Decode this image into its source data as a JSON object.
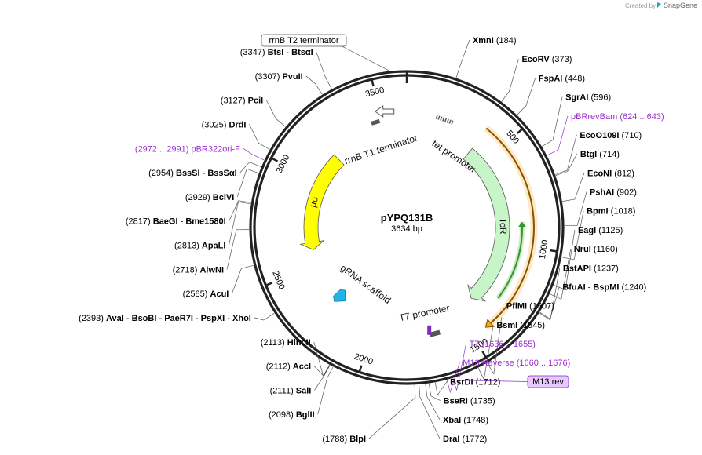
{
  "header": {
    "credit": "Created by",
    "brand": "SnapGene"
  },
  "plasmid": {
    "name": "pYPQ131B",
    "size_label": "3634 bp",
    "length": 3634
  },
  "ticks": [
    {
      "bp": 500,
      "label": "500"
    },
    {
      "bp": 1000,
      "label": "1000"
    },
    {
      "bp": 1500,
      "label": "1500"
    },
    {
      "bp": 2000,
      "label": "2000"
    },
    {
      "bp": 2500,
      "label": "2500"
    },
    {
      "bp": 3000,
      "label": "3000"
    },
    {
      "bp": 3500,
      "label": "3500"
    }
  ],
  "features": [
    {
      "name": "tet promoter",
      "color": "#ffffff",
      "kind": "promoter-cw",
      "start": 150,
      "end": 240
    },
    {
      "name": "TcR",
      "color": "#c8f5c8",
      "kind": "cds-cw",
      "start": 400,
      "end": 1390
    },
    {
      "name": "T7 promoter",
      "color": "#ffffff",
      "kind": "promoter-ccw",
      "start": 1640,
      "end": 1665
    },
    {
      "name": "gRNA scaffold",
      "color": "#1fb5e8",
      "kind": "small-ccw",
      "start": 2220,
      "end": 2290
    },
    {
      "name": "ori",
      "color": "#ffff00",
      "kind": "cds-ccw",
      "start": 2590,
      "end": 3180
    },
    {
      "name": "rrnB T1 terminator",
      "color": "#ffffff",
      "kind": "terminator",
      "start": 3445,
      "end": 3490
    },
    {
      "name": "rrnB T2 terminator",
      "color": "#ffffff",
      "kind": "terminator-ext",
      "start": 3540,
      "end": 3600
    }
  ],
  "orf_outer": {
    "start": 390,
    "end": 1430,
    "color": "#f5a623"
  },
  "orf_inner": {
    "start": 880,
    "end": 1290,
    "color": "#2e9a2e"
  },
  "labels": [
    {
      "id": "xmni",
      "names": [
        {
          "n": "XmnI"
        }
      ],
      "pos": "(184)",
      "bp": 184,
      "side": "R"
    },
    {
      "id": "ecorv",
      "names": [
        {
          "n": "EcoRV"
        }
      ],
      "pos": "(373)",
      "bp": 373,
      "side": "R"
    },
    {
      "id": "fspai",
      "names": [
        {
          "n": "FspAI"
        }
      ],
      "pos": "(448)",
      "bp": 448,
      "side": "R"
    },
    {
      "id": "sgrai",
      "names": [
        {
          "n": "SgrAI"
        }
      ],
      "pos": "(596)",
      "bp": 596,
      "side": "R"
    },
    {
      "id": "pbrrevbam",
      "names": [
        {
          "n": "pBRrevBam"
        }
      ],
      "pos": "(624 .. 643)",
      "bp": 634,
      "side": "R",
      "primer": true
    },
    {
      "id": "ecoo109i",
      "names": [
        {
          "n": "EcoO109I"
        }
      ],
      "pos": "(710)",
      "bp": 710,
      "side": "R"
    },
    {
      "id": "btgi",
      "names": [
        {
          "n": "BtgI"
        }
      ],
      "pos": "(714)",
      "bp": 714,
      "side": "R"
    },
    {
      "id": "econi",
      "names": [
        {
          "n": "EcoNI"
        }
      ],
      "pos": "(812)",
      "bp": 812,
      "side": "R"
    },
    {
      "id": "pshai",
      "names": [
        {
          "n": "PshAI"
        }
      ],
      "pos": "(902)",
      "bp": 902,
      "side": "R"
    },
    {
      "id": "bpmi",
      "names": [
        {
          "n": "BpmI"
        }
      ],
      "pos": "(1018)",
      "bp": 1018,
      "side": "R"
    },
    {
      "id": "eagi",
      "names": [
        {
          "n": "EagI"
        }
      ],
      "pos": "(1125)",
      "bp": 1125,
      "side": "R"
    },
    {
      "id": "nrui",
      "names": [
        {
          "n": "NruI"
        }
      ],
      "pos": "(1160)",
      "bp": 1160,
      "side": "R"
    },
    {
      "id": "bstapi",
      "names": [
        {
          "n": "BstAPI"
        }
      ],
      "pos": "(1237)",
      "bp": 1237,
      "side": "R"
    },
    {
      "id": "bfuai",
      "names": [
        {
          "n": "BfuAI"
        },
        {
          "n": "BspMI"
        }
      ],
      "pos": "(1240)",
      "bp": 1240,
      "side": "R"
    },
    {
      "id": "pflmi",
      "names": [
        {
          "n": "PflMI"
        }
      ],
      "pos": "(1507)",
      "bp": 1507,
      "side": "R"
    },
    {
      "id": "bsmi",
      "names": [
        {
          "n": "BsmI"
        }
      ],
      "pos": "(1545)",
      "bp": 1545,
      "side": "R"
    },
    {
      "id": "t7",
      "names": [
        {
          "n": "T7"
        }
      ],
      "pos": "(1636 .. 1655)",
      "bp": 1645,
      "side": "R",
      "primer": true
    },
    {
      "id": "m13rev",
      "names": [
        {
          "n": "M13 Reverse"
        }
      ],
      "pos": "(1660 .. 1676)",
      "bp": 1668,
      "side": "R",
      "primer": true
    },
    {
      "id": "bsrdi",
      "names": [
        {
          "n": "BsrDI"
        }
      ],
      "pos": "(1712)",
      "bp": 1712,
      "side": "R"
    },
    {
      "id": "bseri",
      "names": [
        {
          "n": "BseRI"
        }
      ],
      "pos": "(1735)",
      "bp": 1735,
      "side": "R"
    },
    {
      "id": "xbai",
      "names": [
        {
          "n": "XbaI"
        }
      ],
      "pos": "(1748)",
      "bp": 1748,
      "side": "R"
    },
    {
      "id": "drai",
      "names": [
        {
          "n": "DraI"
        }
      ],
      "pos": "(1772)",
      "bp": 1772,
      "side": "R"
    },
    {
      "id": "blpi",
      "names": [
        {
          "n": "BlpI"
        }
      ],
      "pos": "(1788)",
      "bp": 1788,
      "side": "L"
    },
    {
      "id": "bglii",
      "names": [
        {
          "n": "BglII"
        }
      ],
      "pos": "(2098)",
      "bp": 2098,
      "side": "L"
    },
    {
      "id": "sali",
      "names": [
        {
          "n": "SalI"
        }
      ],
      "pos": "(2111)",
      "bp": 2111,
      "side": "L"
    },
    {
      "id": "acci",
      "names": [
        {
          "n": "AccI"
        }
      ],
      "pos": "(2112)",
      "bp": 2112,
      "side": "L"
    },
    {
      "id": "hincii",
      "names": [
        {
          "n": "HincII"
        }
      ],
      "pos": "(2113)",
      "bp": 2113,
      "side": "L"
    },
    {
      "id": "avai",
      "names": [
        {
          "n": "AvaI"
        },
        {
          "n": "BsoBI"
        },
        {
          "n": "PaeR7I"
        },
        {
          "n": "PspXI"
        },
        {
          "n": "XhoI"
        }
      ],
      "pos": "(2393)",
      "bp": 2393,
      "side": "L"
    },
    {
      "id": "acui",
      "names": [
        {
          "n": "AcuI"
        }
      ],
      "pos": "(2585)",
      "bp": 2585,
      "side": "L"
    },
    {
      "id": "alwni",
      "names": [
        {
          "n": "AlwNI"
        }
      ],
      "pos": "(2718)",
      "bp": 2718,
      "side": "L"
    },
    {
      "id": "apali",
      "names": [
        {
          "n": "ApaLI"
        }
      ],
      "pos": "(2813)",
      "bp": 2813,
      "side": "L"
    },
    {
      "id": "baegi",
      "names": [
        {
          "n": "BaeGI"
        },
        {
          "n": "Bme1580I"
        }
      ],
      "pos": "(2817)",
      "bp": 2817,
      "side": "L"
    },
    {
      "id": "bcivi",
      "names": [
        {
          "n": "BciVI"
        }
      ],
      "pos": "(2929)",
      "bp": 2929,
      "side": "L"
    },
    {
      "id": "bsssi",
      "names": [
        {
          "n": "BssSI"
        },
        {
          "n": "BssSαI"
        }
      ],
      "pos": "(2954)",
      "bp": 2954,
      "side": "L"
    },
    {
      "id": "pbr322ori",
      "names": [
        {
          "n": "pBR322ori-F"
        }
      ],
      "pos": "(2972 .. 2991)",
      "bp": 2981,
      "side": "L",
      "primer": true
    },
    {
      "id": "drdi",
      "names": [
        {
          "n": "DrdI"
        }
      ],
      "pos": "(3025)",
      "bp": 3025,
      "side": "L"
    },
    {
      "id": "pcii",
      "names": [
        {
          "n": "PciI"
        }
      ],
      "pos": "(3127)",
      "bp": 3127,
      "side": "L"
    },
    {
      "id": "pvuii",
      "names": [
        {
          "n": "PvuII"
        }
      ],
      "pos": "(3307)",
      "bp": 3307,
      "side": "L"
    },
    {
      "id": "btsi",
      "names": [
        {
          "n": "BtsI"
        },
        {
          "n": "BtsαI"
        }
      ],
      "pos": "(3347)",
      "bp": 3347,
      "side": "L"
    }
  ],
  "boxed_labels": [
    {
      "id": "rrnb-t2-box",
      "text": "rrnB T2 terminator",
      "bp": 3570
    },
    {
      "id": "m13rev-box",
      "text": "M13 rev",
      "bp": 1668
    }
  ]
}
